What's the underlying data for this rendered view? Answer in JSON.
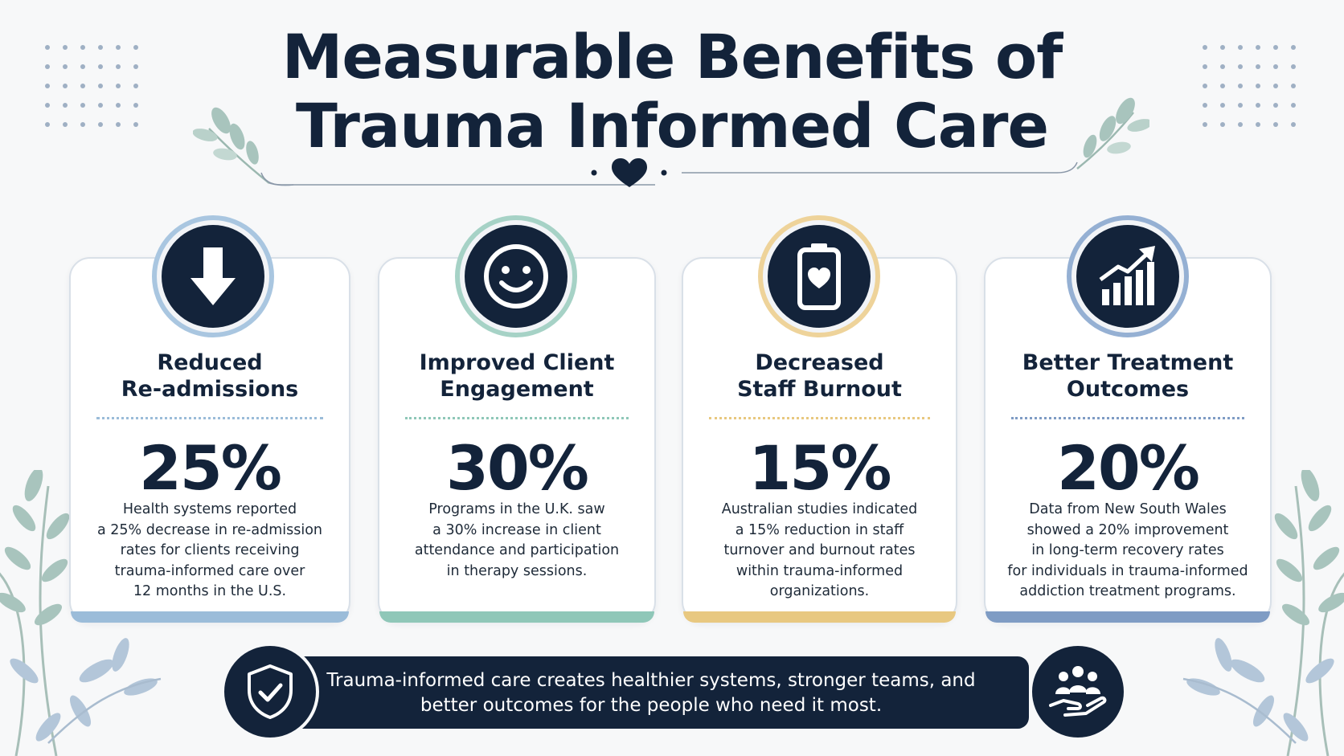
{
  "title": {
    "line1": "Measurable Benefits of",
    "line2": "Trauma Informed Care"
  },
  "cards": [
    {
      "heading1": "Reduced",
      "heading2": "Re-admissions",
      "stat": "25%",
      "desc": [
        "Health systems reported",
        "a 25% decrease in re-admission",
        "rates for clients receiving",
        "trauma-informed care over",
        "12 months in the U.S."
      ],
      "icon": "arrow-down-icon",
      "accent": "#9bbcd9"
    },
    {
      "heading1": "Improved Client",
      "heading2": "Engagement",
      "stat": "30%",
      "desc": [
        "Programs in the U.K. saw",
        "a 30% increase in client",
        "attendance and participation",
        "in therapy sessions."
      ],
      "icon": "smiley-icon",
      "accent": "#8fc7b8"
    },
    {
      "heading1": "Decreased",
      "heading2": "Staff Burnout",
      "stat": "15%",
      "desc": [
        "Australian studies indicated",
        "a 15% reduction in staff",
        "turnover and burnout rates",
        "within trauma-informed",
        "organizations."
      ],
      "icon": "battery-heart-icon",
      "accent": "#e8c880"
    },
    {
      "heading1": "Better Treatment",
      "heading2": "Outcomes",
      "stat": "20%",
      "desc": [
        "Data from New South Wales",
        "showed a 20% improvement",
        "in long-term recovery rates",
        "for individuals in trauma-informed",
        "addiction treatment programs."
      ],
      "icon": "chart-growth-icon",
      "accent": "#7f9cc4"
    }
  ],
  "banner": {
    "line1": "Trauma-informed care creates healthier systems, stronger teams, and",
    "line2": "better outcomes for the people who need it most.",
    "left_icon": "shield-check-icon",
    "right_icon": "hand-people-icon"
  },
  "colors": {
    "navy": "#13233a",
    "background": "#f7f8f9",
    "leaf": "#a8c4bd"
  }
}
